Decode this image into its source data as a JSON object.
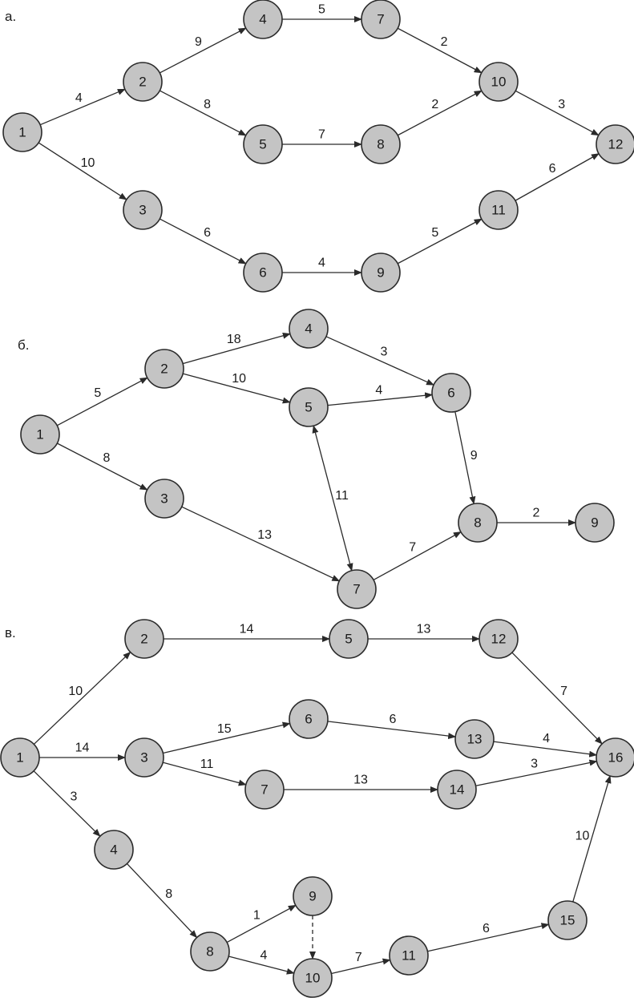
{
  "colors": {
    "node_fill": "#c4c4c4",
    "node_stroke": "#2a2a2a",
    "edge": "#2a2a2a",
    "text": "#1a1a1a"
  },
  "diagrams": [
    {
      "id": "a",
      "label": "а.",
      "nodes": [
        {
          "id": "1",
          "label": "1"
        },
        {
          "id": "2",
          "label": "2"
        },
        {
          "id": "3",
          "label": "3"
        },
        {
          "id": "4",
          "label": "4"
        },
        {
          "id": "5",
          "label": "5"
        },
        {
          "id": "6",
          "label": "6"
        },
        {
          "id": "7",
          "label": "7"
        },
        {
          "id": "8",
          "label": "8"
        },
        {
          "id": "9",
          "label": "9"
        },
        {
          "id": "10",
          "label": "10"
        },
        {
          "id": "11",
          "label": "11"
        },
        {
          "id": "12",
          "label": "12"
        }
      ],
      "edges": [
        {
          "from": "1",
          "to": "2",
          "weight": "4"
        },
        {
          "from": "1",
          "to": "3",
          "weight": "10"
        },
        {
          "from": "2",
          "to": "4",
          "weight": "9"
        },
        {
          "from": "2",
          "to": "5",
          "weight": "8"
        },
        {
          "from": "3",
          "to": "6",
          "weight": "6"
        },
        {
          "from": "4",
          "to": "7",
          "weight": "5"
        },
        {
          "from": "5",
          "to": "8",
          "weight": "7"
        },
        {
          "from": "6",
          "to": "9",
          "weight": "4"
        },
        {
          "from": "7",
          "to": "10",
          "weight": "2"
        },
        {
          "from": "8",
          "to": "10",
          "weight": "2"
        },
        {
          "from": "9",
          "to": "11",
          "weight": "5"
        },
        {
          "from": "10",
          "to": "12",
          "weight": "3"
        },
        {
          "from": "11",
          "to": "12",
          "weight": "6"
        }
      ]
    },
    {
      "id": "b",
      "label": "б.",
      "nodes": [
        {
          "id": "1",
          "label": "1"
        },
        {
          "id": "2",
          "label": "2"
        },
        {
          "id": "3",
          "label": "3"
        },
        {
          "id": "4",
          "label": "4"
        },
        {
          "id": "5",
          "label": "5"
        },
        {
          "id": "6",
          "label": "6"
        },
        {
          "id": "7",
          "label": "7"
        },
        {
          "id": "8",
          "label": "8"
        },
        {
          "id": "9",
          "label": "9"
        }
      ],
      "edges": [
        {
          "from": "1",
          "to": "2",
          "weight": "5"
        },
        {
          "from": "1",
          "to": "3",
          "weight": "8"
        },
        {
          "from": "2",
          "to": "4",
          "weight": "18"
        },
        {
          "from": "2",
          "to": "5",
          "weight": "10"
        },
        {
          "from": "4",
          "to": "6",
          "weight": "3"
        },
        {
          "from": "5",
          "to": "6",
          "weight": "4"
        },
        {
          "from": "5",
          "to": "7",
          "weight": "11",
          "bidirectional": true
        },
        {
          "from": "3",
          "to": "7",
          "weight": "13"
        },
        {
          "from": "6",
          "to": "8",
          "weight": "9"
        },
        {
          "from": "7",
          "to": "8",
          "weight": "7"
        },
        {
          "from": "8",
          "to": "9",
          "weight": "2"
        }
      ]
    },
    {
      "id": "c",
      "label": "в.",
      "nodes": [
        {
          "id": "1",
          "label": "1"
        },
        {
          "id": "2",
          "label": "2"
        },
        {
          "id": "3",
          "label": "3"
        },
        {
          "id": "4",
          "label": "4"
        },
        {
          "id": "5",
          "label": "5"
        },
        {
          "id": "6",
          "label": "6"
        },
        {
          "id": "7",
          "label": "7"
        },
        {
          "id": "8",
          "label": "8"
        },
        {
          "id": "9",
          "label": "9"
        },
        {
          "id": "10",
          "label": "10"
        },
        {
          "id": "11",
          "label": "11"
        },
        {
          "id": "12",
          "label": "12"
        },
        {
          "id": "13",
          "label": "13"
        },
        {
          "id": "14",
          "label": "14"
        },
        {
          "id": "15",
          "label": "15"
        },
        {
          "id": "16",
          "label": "16"
        }
      ],
      "edges": [
        {
          "from": "1",
          "to": "2",
          "weight": "10"
        },
        {
          "from": "1",
          "to": "3",
          "weight": "14"
        },
        {
          "from": "1",
          "to": "4",
          "weight": "3"
        },
        {
          "from": "2",
          "to": "5",
          "weight": "14"
        },
        {
          "from": "5",
          "to": "12",
          "weight": "13"
        },
        {
          "from": "12",
          "to": "16",
          "weight": "7"
        },
        {
          "from": "3",
          "to": "6",
          "weight": "15"
        },
        {
          "from": "3",
          "to": "7",
          "weight": "11"
        },
        {
          "from": "6",
          "to": "13",
          "weight": "6"
        },
        {
          "from": "7",
          "to": "14",
          "weight": "13"
        },
        {
          "from": "13",
          "to": "16",
          "weight": "4"
        },
        {
          "from": "14",
          "to": "16",
          "weight": "3"
        },
        {
          "from": "4",
          "to": "8",
          "weight": "8"
        },
        {
          "from": "8",
          "to": "9",
          "weight": "1"
        },
        {
          "from": "8",
          "to": "10",
          "weight": "4"
        },
        {
          "from": "9",
          "to": "10",
          "weight": "",
          "dashed": true
        },
        {
          "from": "10",
          "to": "11",
          "weight": "7"
        },
        {
          "from": "11",
          "to": "15",
          "weight": "6"
        },
        {
          "from": "15",
          "to": "16",
          "weight": "10"
        }
      ]
    }
  ]
}
